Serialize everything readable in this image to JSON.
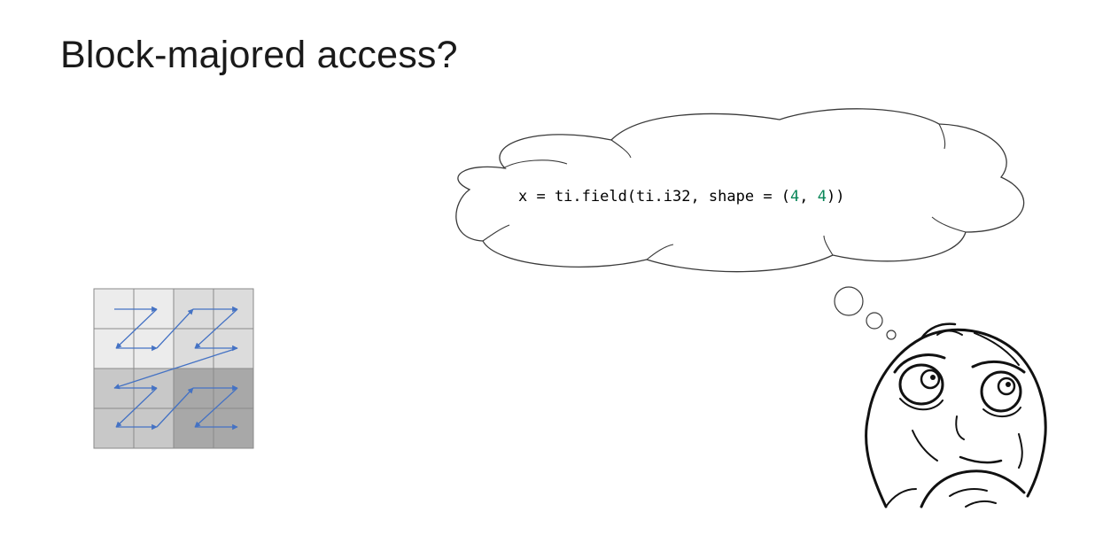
{
  "slide": {
    "title": "Block-majored access?"
  },
  "thought_bubble": {
    "code_prefix": "x = ti.field(ti.i32, shape = (",
    "code_num1": "4",
    "code_sep": ", ",
    "code_num2": "4",
    "code_suffix": "))",
    "colors": {
      "text": "#000000",
      "number": "#098658",
      "outline": "#3a3a3a"
    }
  },
  "grid_diagram": {
    "rows": 4,
    "cols": 4,
    "block_shades": [
      "#ececec",
      "#dcdcdc",
      "#c8c8c8",
      "#a8a8a8"
    ],
    "arrow_color": "#4472c4",
    "grid_line_color": "#8a8a8a"
  },
  "character": {
    "icon": "thinking-face-icon"
  }
}
